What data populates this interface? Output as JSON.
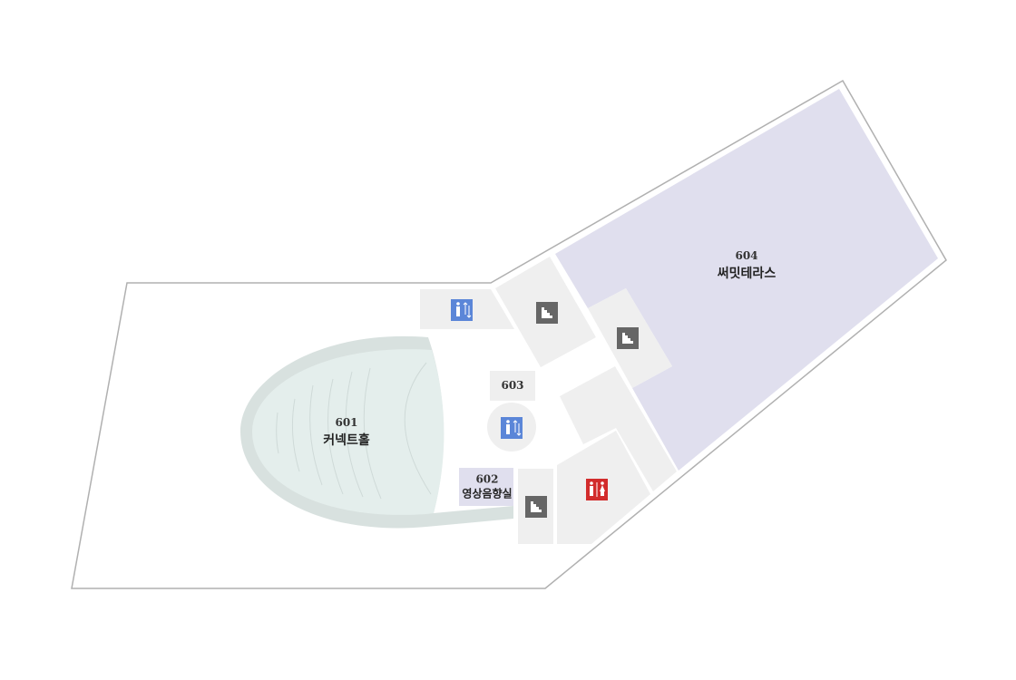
{
  "colors": {
    "outline": "#b0b0b0",
    "room": "#efefef",
    "terrace": "#e0dfee",
    "hall": "#d8e1df",
    "hall_inner": "#e4eeec",
    "elevator": "#5b86d8",
    "stairs": "#666666",
    "restroom": "#d22c2c"
  },
  "rooms": [
    {
      "number": "601",
      "name": "커넥트홀"
    },
    {
      "number": "602",
      "name": "영상음향실"
    },
    {
      "number": "603",
      "name": ""
    },
    {
      "number": "604",
      "name": "써밋테라스"
    }
  ],
  "icons": {
    "elevator": "elevator-icon",
    "stairs": "stairs-icon",
    "restroom": "restroom-icon"
  }
}
